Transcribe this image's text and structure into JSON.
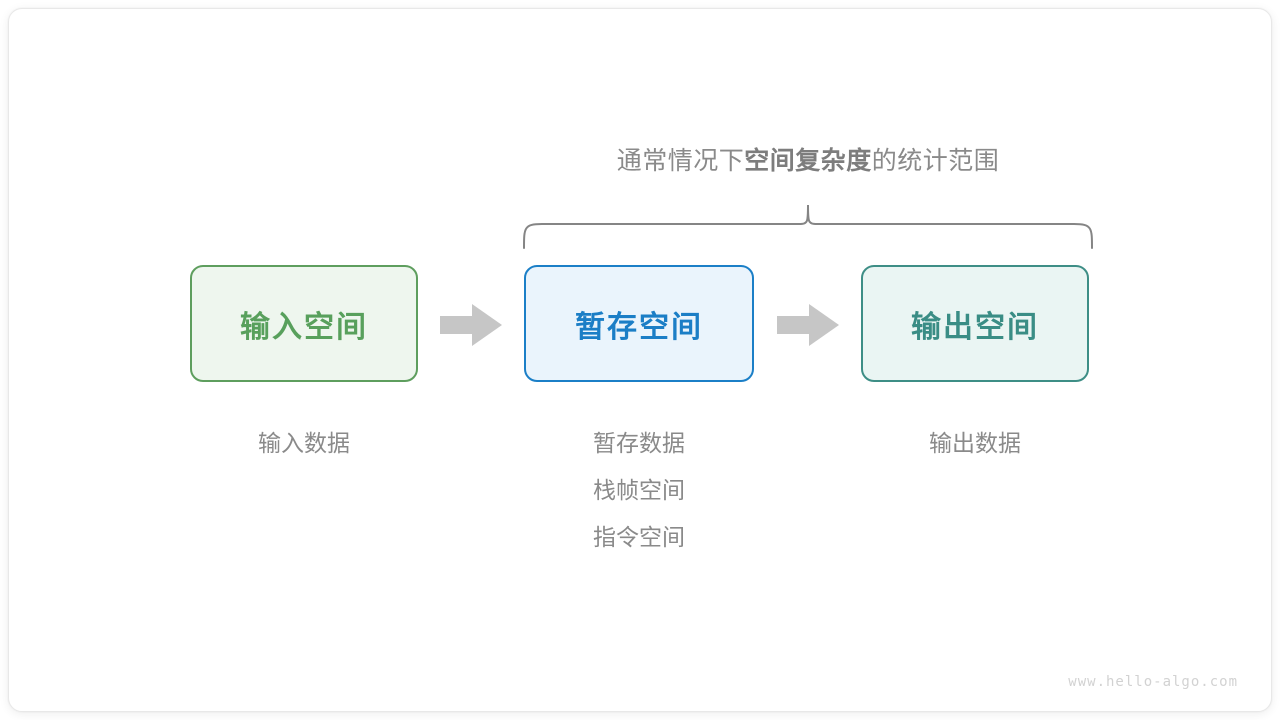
{
  "diagram": {
    "title_scope": {
      "prefix": "通常情况下",
      "emphasis": "空间复杂度",
      "suffix": "的统计范围"
    },
    "brace": {
      "name": "curly-brace",
      "color": "#808080",
      "spans_boxes": [
        "暂存空间",
        "输出空间"
      ]
    },
    "boxes": [
      {
        "label": "输入空间",
        "fill": "#eef6ee",
        "stroke": "#5e9e5e",
        "text_color": "#58a05c"
      },
      {
        "label": "暂存空间",
        "fill": "#eaf4fc",
        "stroke": "#1b7fc7",
        "text_color": "#1b7ec6"
      },
      {
        "label": "输出空间",
        "fill": "#eaf5f3",
        "stroke": "#3e8e86",
        "text_color": "#3a8d85"
      }
    ],
    "arrows": [
      {
        "name": "arrow-input-to-temp",
        "color": "#c6c6c6"
      },
      {
        "name": "arrow-temp-to-output",
        "color": "#c6c6c6"
      }
    ],
    "captions": {
      "input": [
        "输入数据"
      ],
      "temp": [
        "暂存数据",
        "栈帧空间",
        "指令空间"
      ],
      "output": [
        "输出数据"
      ]
    },
    "caption_color": "#8a8a8a",
    "watermark": "www.hello-algo.com"
  }
}
